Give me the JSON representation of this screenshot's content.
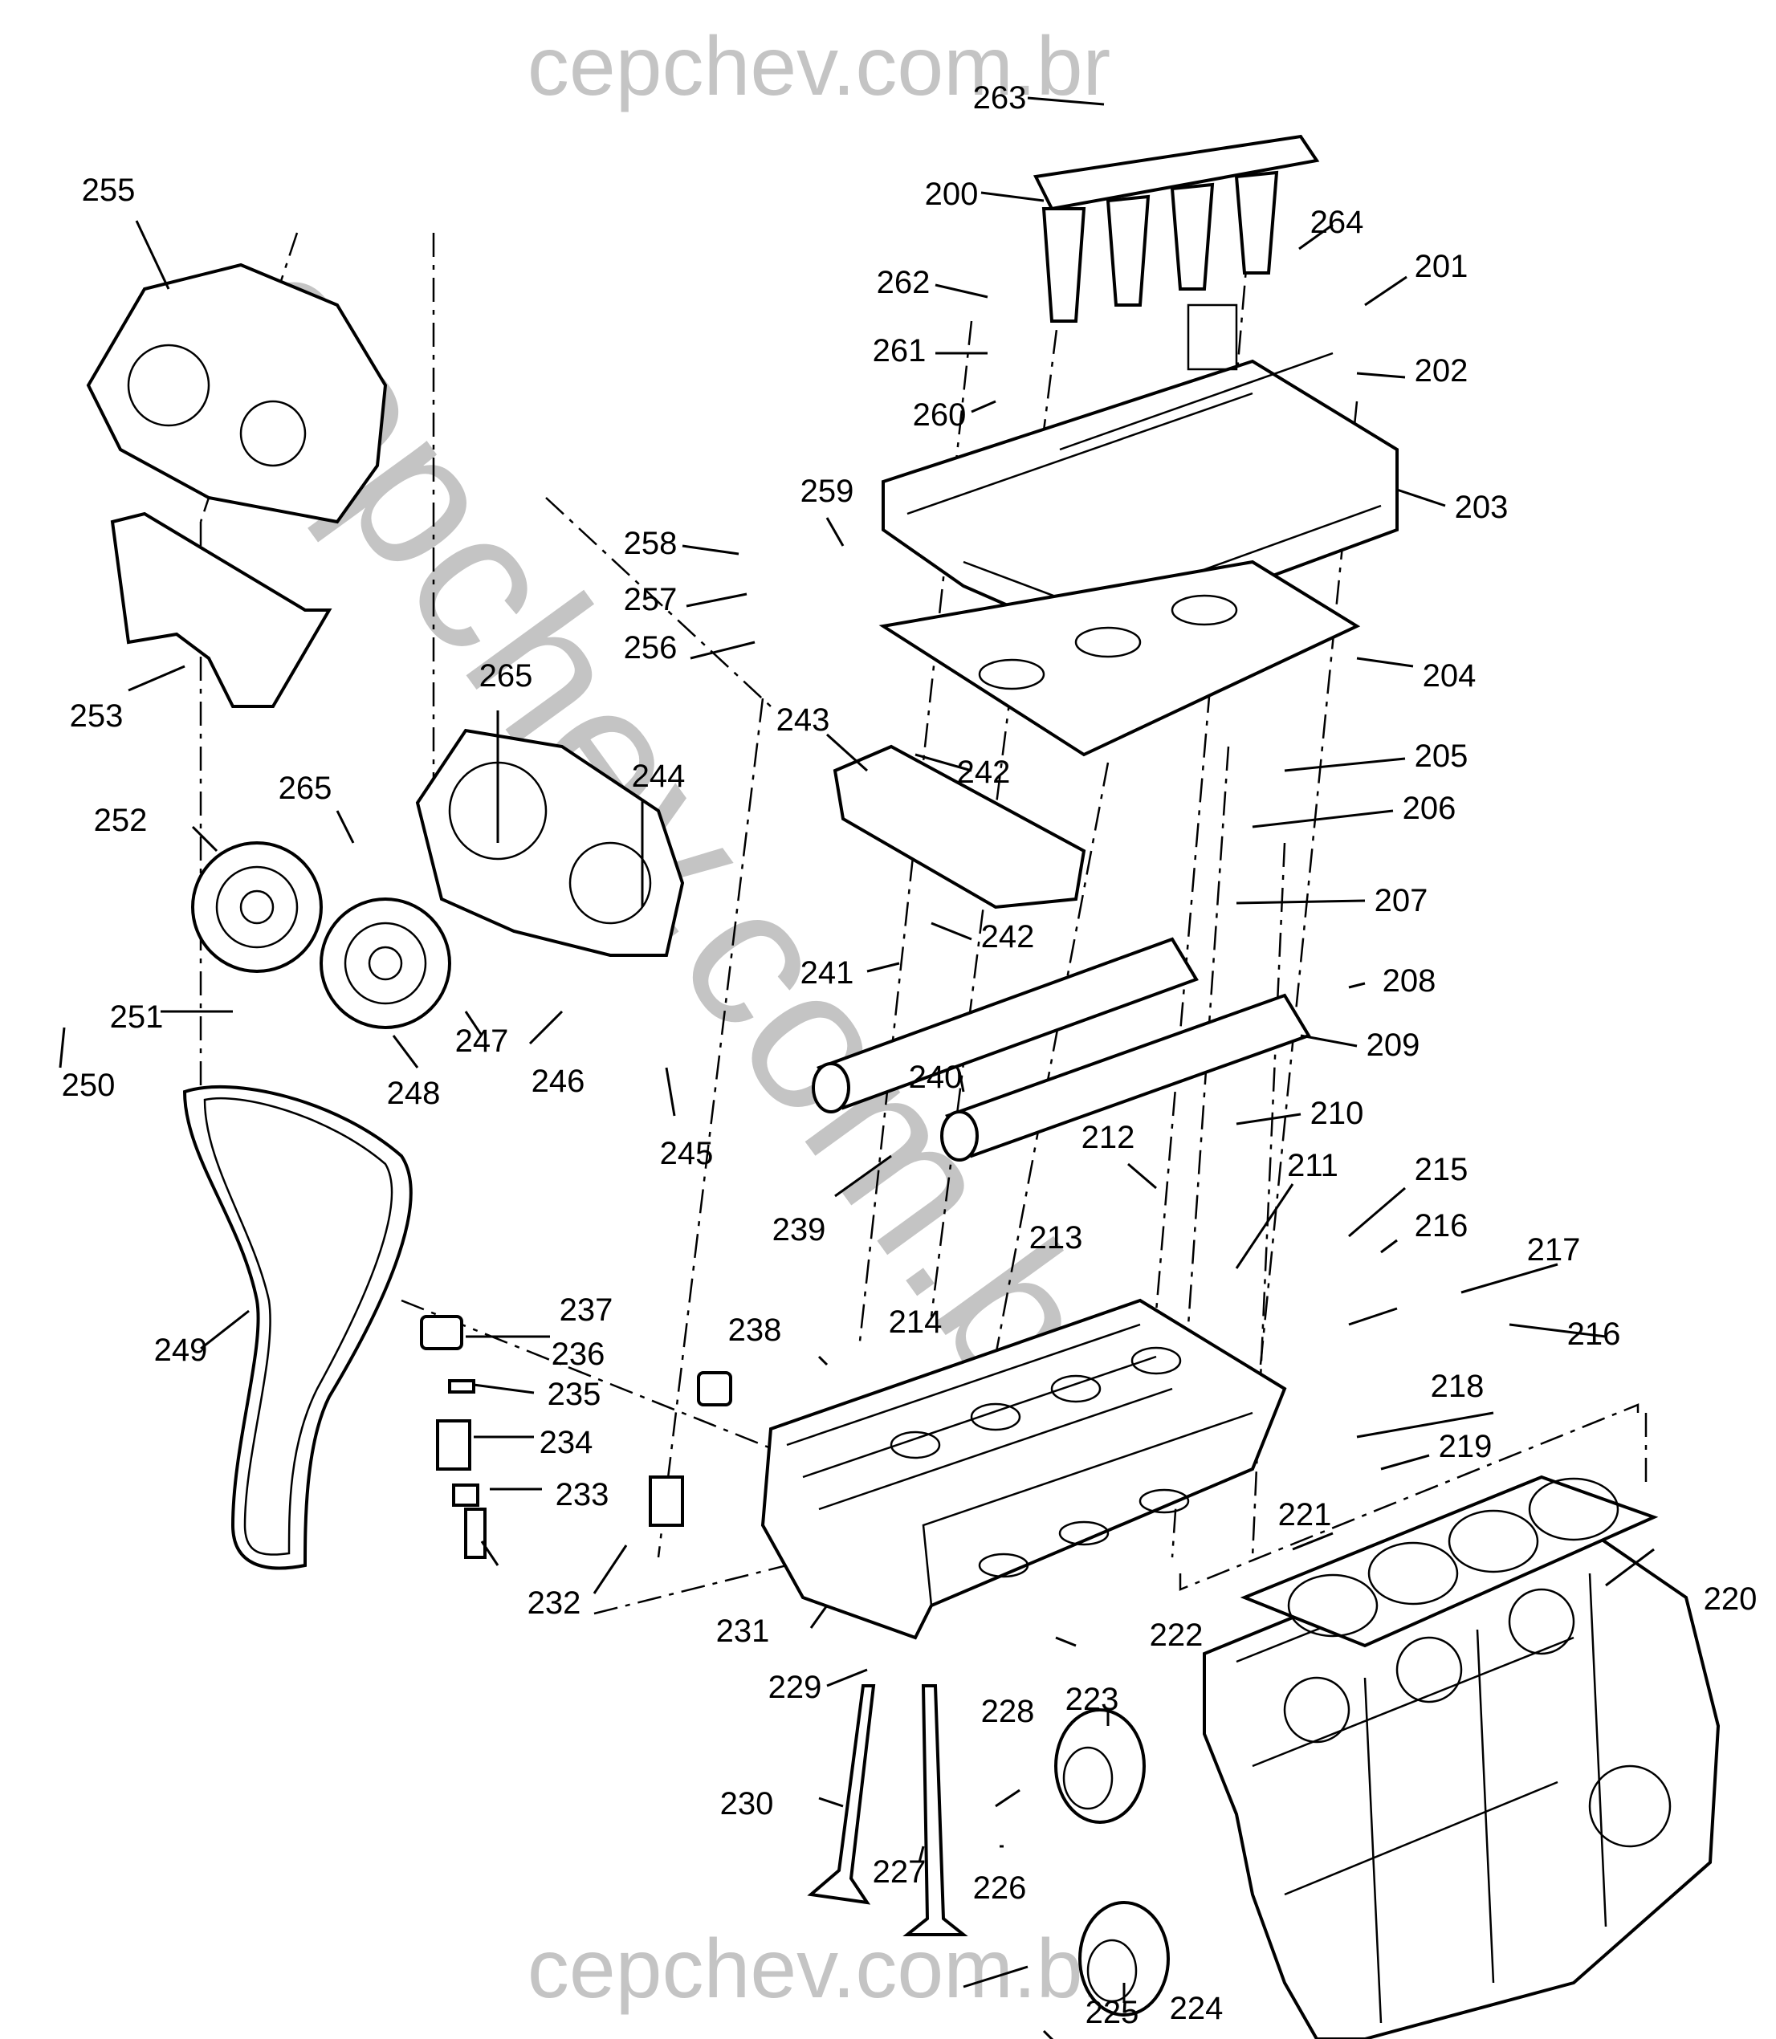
{
  "watermark": {
    "top": "cepchev.com.br",
    "bottom": "cepchev.com.br",
    "diagonal": "cepchev.com.br"
  },
  "callouts": [
    "200",
    "201",
    "202",
    "203",
    "204",
    "205",
    "206",
    "207",
    "208",
    "209",
    "210",
    "211",
    "212",
    "213",
    "214",
    "215",
    "216",
    "216",
    "217",
    "218",
    "219",
    "220",
    "221",
    "222",
    "223",
    "224",
    "225",
    "226",
    "227",
    "228",
    "229",
    "230",
    "231",
    "232",
    "233",
    "234",
    "235",
    "236",
    "237",
    "238",
    "239",
    "240",
    "241",
    "242",
    "242",
    "243",
    "244",
    "245",
    "246",
    "247",
    "248",
    "249",
    "250",
    "251",
    "252",
    "253",
    "255",
    "256",
    "257",
    "258",
    "259",
    "260",
    "261",
    "262",
    "263",
    "264",
    "265",
    "265"
  ]
}
